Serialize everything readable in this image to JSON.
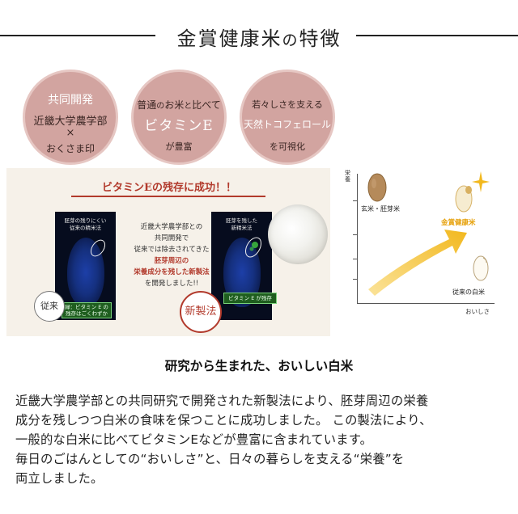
{
  "header": {
    "title_main": "金賞健康米",
    "title_small": "の",
    "title_end": "特徴"
  },
  "circles": [
    {
      "lines": [
        "共同開発",
        "近畿大学農学部",
        "×",
        "おくさま印"
      ]
    },
    {
      "line1a": "普通",
      "line1b": "の",
      "line1c": "お米",
      "line1d": "と",
      "line1e": "比べて",
      "line2": "ビタミンE",
      "line3": "が豊富"
    },
    {
      "line1": "若々しさを支える",
      "line2": "天然トコフェロール",
      "line3": "を可視化"
    }
  ],
  "panel": {
    "banner": "ビタミンEの残存に成功！！",
    "left_caption": [
      "胚芽の残りにくい",
      "従来の精米法"
    ],
    "left_green": [
      "緑：ビタミン E の",
      "残存はごくわずか"
    ],
    "left_tag": "従来",
    "mid_text": [
      "近畿大学農学部との",
      "共同開発で",
      "従来では除去されてきた"
    ],
    "mid_red": [
      "胚芽周辺の",
      "栄養成分を残した新製法"
    ],
    "mid_end": "を開発しました!!",
    "right_caption": [
      "胚芽を残した",
      "新精米法"
    ],
    "right_green": "ビタミン E が残存",
    "right_tag": "新製法"
  },
  "graph": {
    "y_axis": "栄養",
    "x_axis": "おいしさ",
    "label_brown": "玄米・胚芽米",
    "label_gold": "金賞健康米",
    "label_white": "従来の白米",
    "colors": {
      "arrow": "#f2b81e",
      "gold_text": "#e6a10b",
      "brown_grain": "#b58a5a"
    }
  },
  "subhead": "研究から生まれた、おいしい白米",
  "paragraph": [
    "近畿大学農学部との共同研究で開発された新製法により、胚芽周辺の栄養",
    "成分を残しつつ白米の食味を保つことに成功しました。 この製法により、",
    "一般的な白米に比べてビタミンEなどが豊富に含まれています。",
    "毎日のごはんとしての“おいしさ”と、日々の暮らしを支える“栄養”を",
    "両立しました。"
  ]
}
